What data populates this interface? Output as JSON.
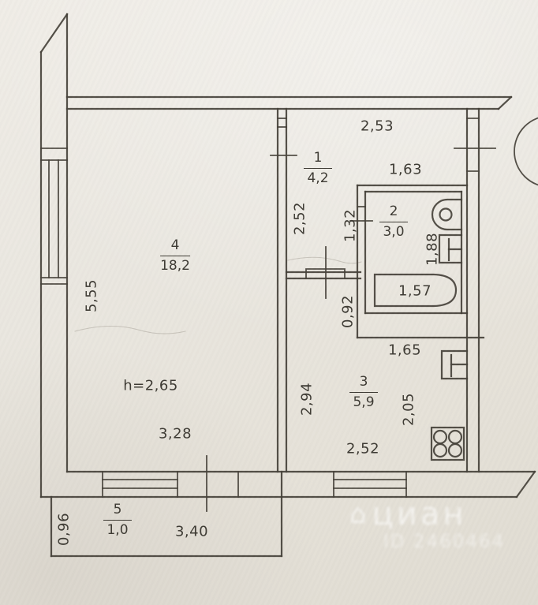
{
  "document": {
    "type": "apartment-floor-plan",
    "paper_color": "#e9e6de",
    "ink_color": "#45413a"
  },
  "rooms": [
    {
      "number": "1",
      "area": "4,2"
    },
    {
      "number": "2",
      "area": "3,0"
    },
    {
      "number": "3",
      "area": "5,9"
    },
    {
      "number": "4",
      "area": "18,2"
    },
    {
      "number": "5",
      "area": "1,0"
    }
  ],
  "dims": {
    "room1_top": "2,53",
    "bath_top": "1,63",
    "room1_left": "2,52",
    "hall_mid": "1,32",
    "bath_right": "1,88",
    "bathtub": "1,57",
    "hall_lower": "0,92",
    "room4_left": "5,55",
    "kitchen_top": "1,65",
    "kitchen_left": "2,94",
    "kitchen_right": "2,05",
    "ceiling": "h=2,65",
    "room4_bottom": "3,28",
    "kitchen_bottom": "2,52",
    "balcony_left": "0,96",
    "balcony_bottom": "3,40"
  },
  "fixtures": {
    "toilet": "toilet-icon",
    "towel_dryer": "towel-dryer-icon",
    "bathtub": "bathtub-icon",
    "radiator": "radiator-icon",
    "stove": "stove-icon"
  },
  "watermark": {
    "icon": "house-icon",
    "icon_glyph": "⌂",
    "brand": "циан",
    "id_line": "ID 2460464",
    "color": "#ffffff"
  }
}
